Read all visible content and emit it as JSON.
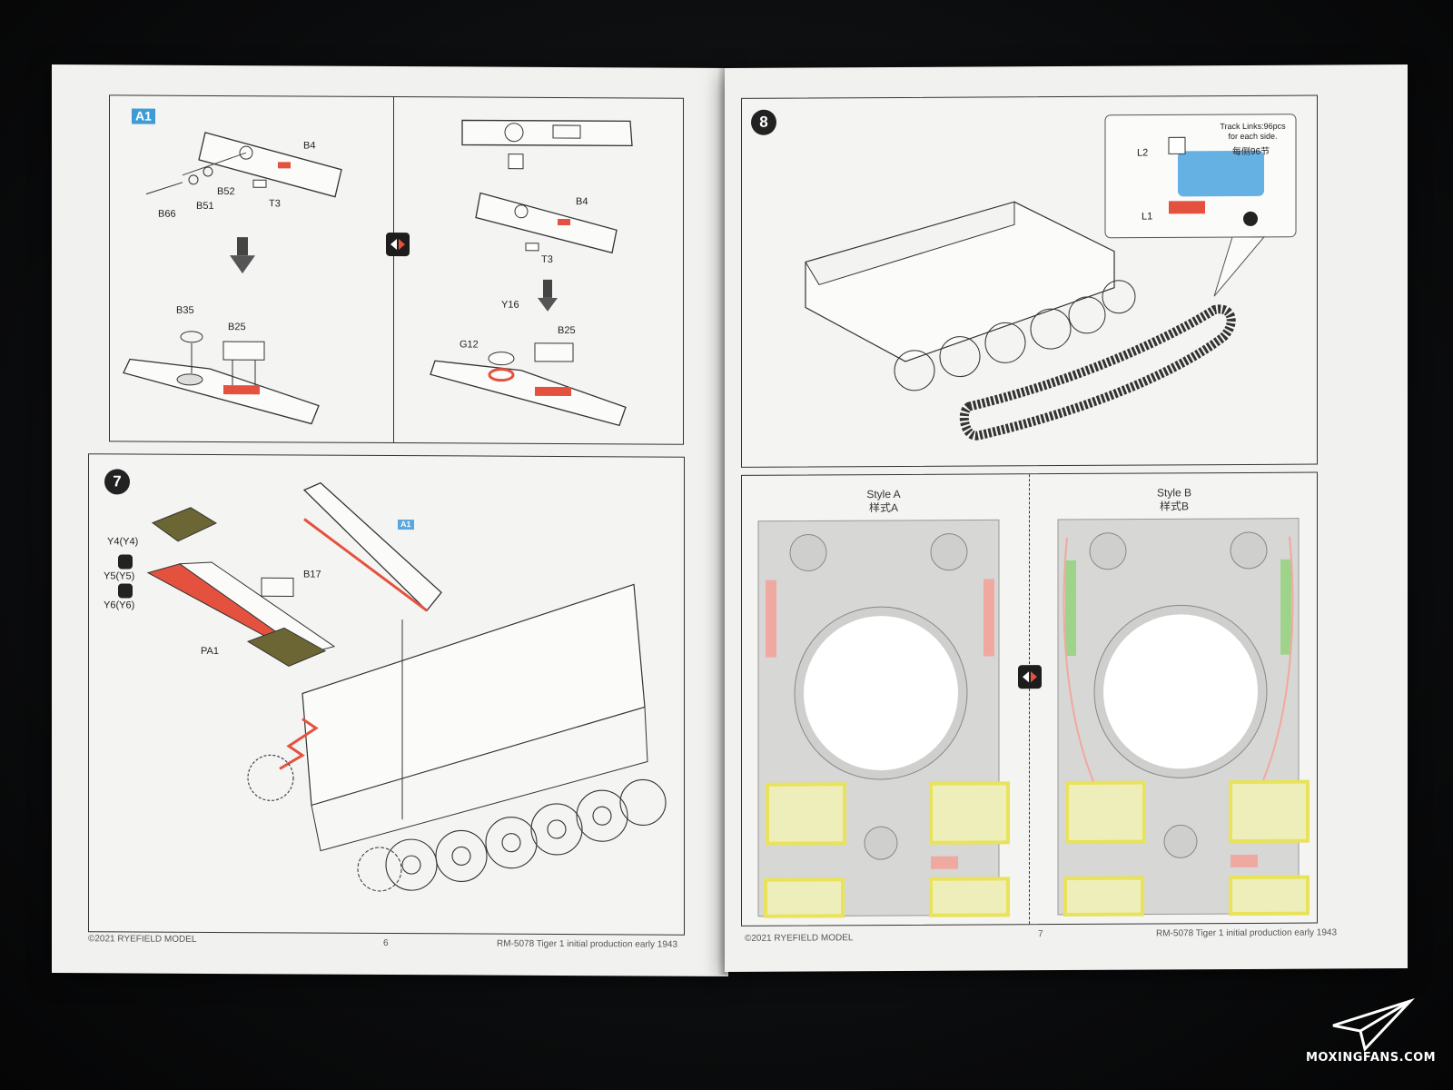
{
  "left_page": {
    "footer_copyright": "©2021 RYEFIELD MODEL",
    "page_number": "6",
    "footer_product": "RM-5078  Tiger 1 initial production early 1943",
    "panel_a1": {
      "badge": "A1",
      "parts": [
        "B4",
        "B52",
        "B51",
        "B66",
        "T3",
        "B35",
        "B25"
      ]
    },
    "panel_a1_alt": {
      "parts": [
        "B4",
        "T3",
        "Y16",
        "G12",
        "B25"
      ]
    },
    "step7": {
      "number": "7",
      "parts": [
        "Y4(Y4)",
        "Y5(Y5)",
        "Y6(Y6)",
        "PA1",
        "B17"
      ],
      "callout": "A1"
    }
  },
  "right_page": {
    "footer_copyright": "©2021 RYEFIELD MODEL",
    "page_number": "7",
    "footer_product": "RM-5078  Tiger 1 initial production early 1943",
    "step8": {
      "number": "8",
      "track_note_en": "Track Links:96pcs for each side.",
      "track_note_cn": "每侧96节",
      "parts": [
        "L2",
        "L1"
      ]
    },
    "styles": [
      {
        "title": "Style A",
        "subtitle": "样式A"
      },
      {
        "title": "Style B",
        "subtitle": "样式B"
      }
    ]
  },
  "watermark": "MOXINGFANS.COM",
  "colors": {
    "highlight_red": "#e4523f",
    "badge_blue": "#3f9bd6",
    "track_blue": "#4aa3df",
    "pink_parts": "#f0a9a0",
    "green_parts": "#9fd38b",
    "yellow_grille": "#e8e35a",
    "mesh_olive": "#6b6634"
  }
}
